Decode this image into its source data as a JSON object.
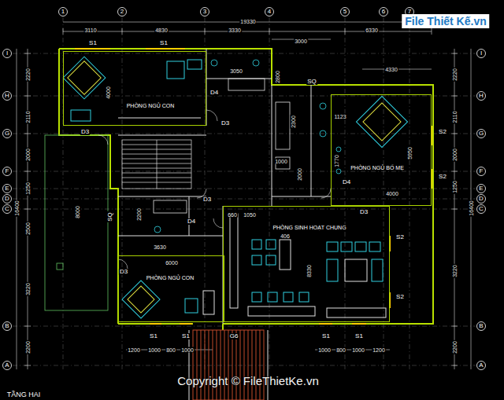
{
  "diagram": {
    "nodes": [
      {
        "text": [
          "1"
        ]
      },
      {
        "text": [
          "2"
        ]
      },
      {
        "text": [
          "3"
        ]
      },
      {
        "text": [
          "4"
        ]
      },
      {
        "text": [
          "5"
        ]
      },
      {
        "text": [
          "6"
        ]
      },
      {
        "text": [
          "7"
        ]
      },
      {
        "text": [
          "PHÒNG NGỦ CON"
        ]
      },
      {
        "text": [
          "PHÒNG NGỦ BỐ MẸ"
        ]
      },
      {
        "text": [
          "PHÒNG SINH HOẠT CHUNG"
        ]
      },
      {
        "text": [
          "PHÒNG NGỦ CON"
        ]
      },
      {
        "text": [
          "I"
        ]
      },
      {
        "text": [
          "H"
        ]
      },
      {
        "text": [
          "G"
        ]
      },
      {
        "text": [
          "F"
        ]
      },
      {
        "text": [
          "E"
        ]
      },
      {
        "text": [
          "D"
        ]
      },
      {
        "text": [
          "C"
        ]
      },
      {
        "text": [
          "B"
        ]
      },
      {
        "text": [
          "A"
        ]
      },
      {
        "text": [
          "I"
        ]
      },
      {
        "text": [
          "H"
        ]
      },
      {
        "text": [
          "G"
        ]
      },
      {
        "text": [
          "F"
        ]
      },
      {
        "text": [
          "E"
        ]
      },
      {
        "text": [
          "D"
        ]
      },
      {
        "text": [
          "C"
        ]
      },
      {
        "text": [
          "B"
        ]
      },
      {
        "text": [
          "A"
        ]
      }
    ],
    "labels": [
      "19330",
      "3110",
      "4830",
      "3330",
      "6330",
      "3000",
      "S1",
      "S1",
      "2220",
      "2110",
      "2000",
      "1250",
      "2500",
      "3220",
      "2200",
      "16400",
      "3050",
      "2800",
      "SQ",
      "4330",
      "4000",
      "D4",
      "2300",
      "1123",
      "D3",
      "D3",
      "5950",
      "S2",
      "S2",
      "1000",
      "2000",
      "1770",
      "D4",
      "4000",
      "D3",
      "D3",
      "8000",
      "D4",
      "2200",
      "SQ",
      "660",
      "1050",
      "406",
      "S2",
      "3630",
      "6000",
      "D3",
      "8330",
      "S2",
      "S1",
      "S1",
      "G6",
      "S1",
      "S1",
      "1200",
      "1000",
      "800",
      "1000",
      "1000",
      "800",
      "1000",
      "1200",
      "2220",
      "2110",
      "2000",
      "1250",
      "3220",
      "2200",
      "16400",
      "Copyright © FileThietKe.vn",
      "File Thiết Kế.vn",
      "TẦNG HAI"
    ]
  }
}
